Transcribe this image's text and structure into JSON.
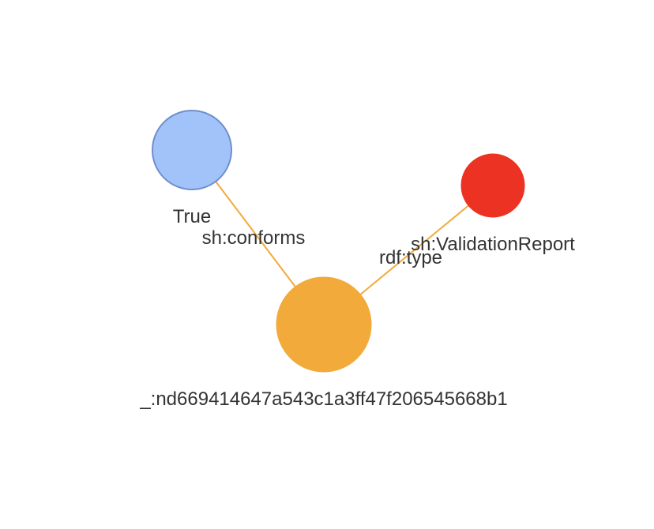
{
  "graph": {
    "nodes": [
      {
        "id": "report",
        "label": "_:nd669414647a543c1a3ff47f206545668b1",
        "color": "#F2AA3B",
        "stroke": "#F2AA3B"
      },
      {
        "id": "conforms",
        "label": "True",
        "color": "#A2C3F9",
        "stroke": "#6F8FCC"
      },
      {
        "id": "type",
        "label": "sh:ValidationReport",
        "color": "#EC3323",
        "stroke": "#EC3323"
      }
    ],
    "edges": [
      {
        "id": "edge-conforms",
        "source": "report",
        "target": "conforms",
        "label": "sh:conforms",
        "color": "#F2AA3B"
      },
      {
        "id": "edge-type",
        "source": "report",
        "target": "type",
        "label": "rdf:type",
        "color": "#F2AA3B"
      }
    ]
  }
}
